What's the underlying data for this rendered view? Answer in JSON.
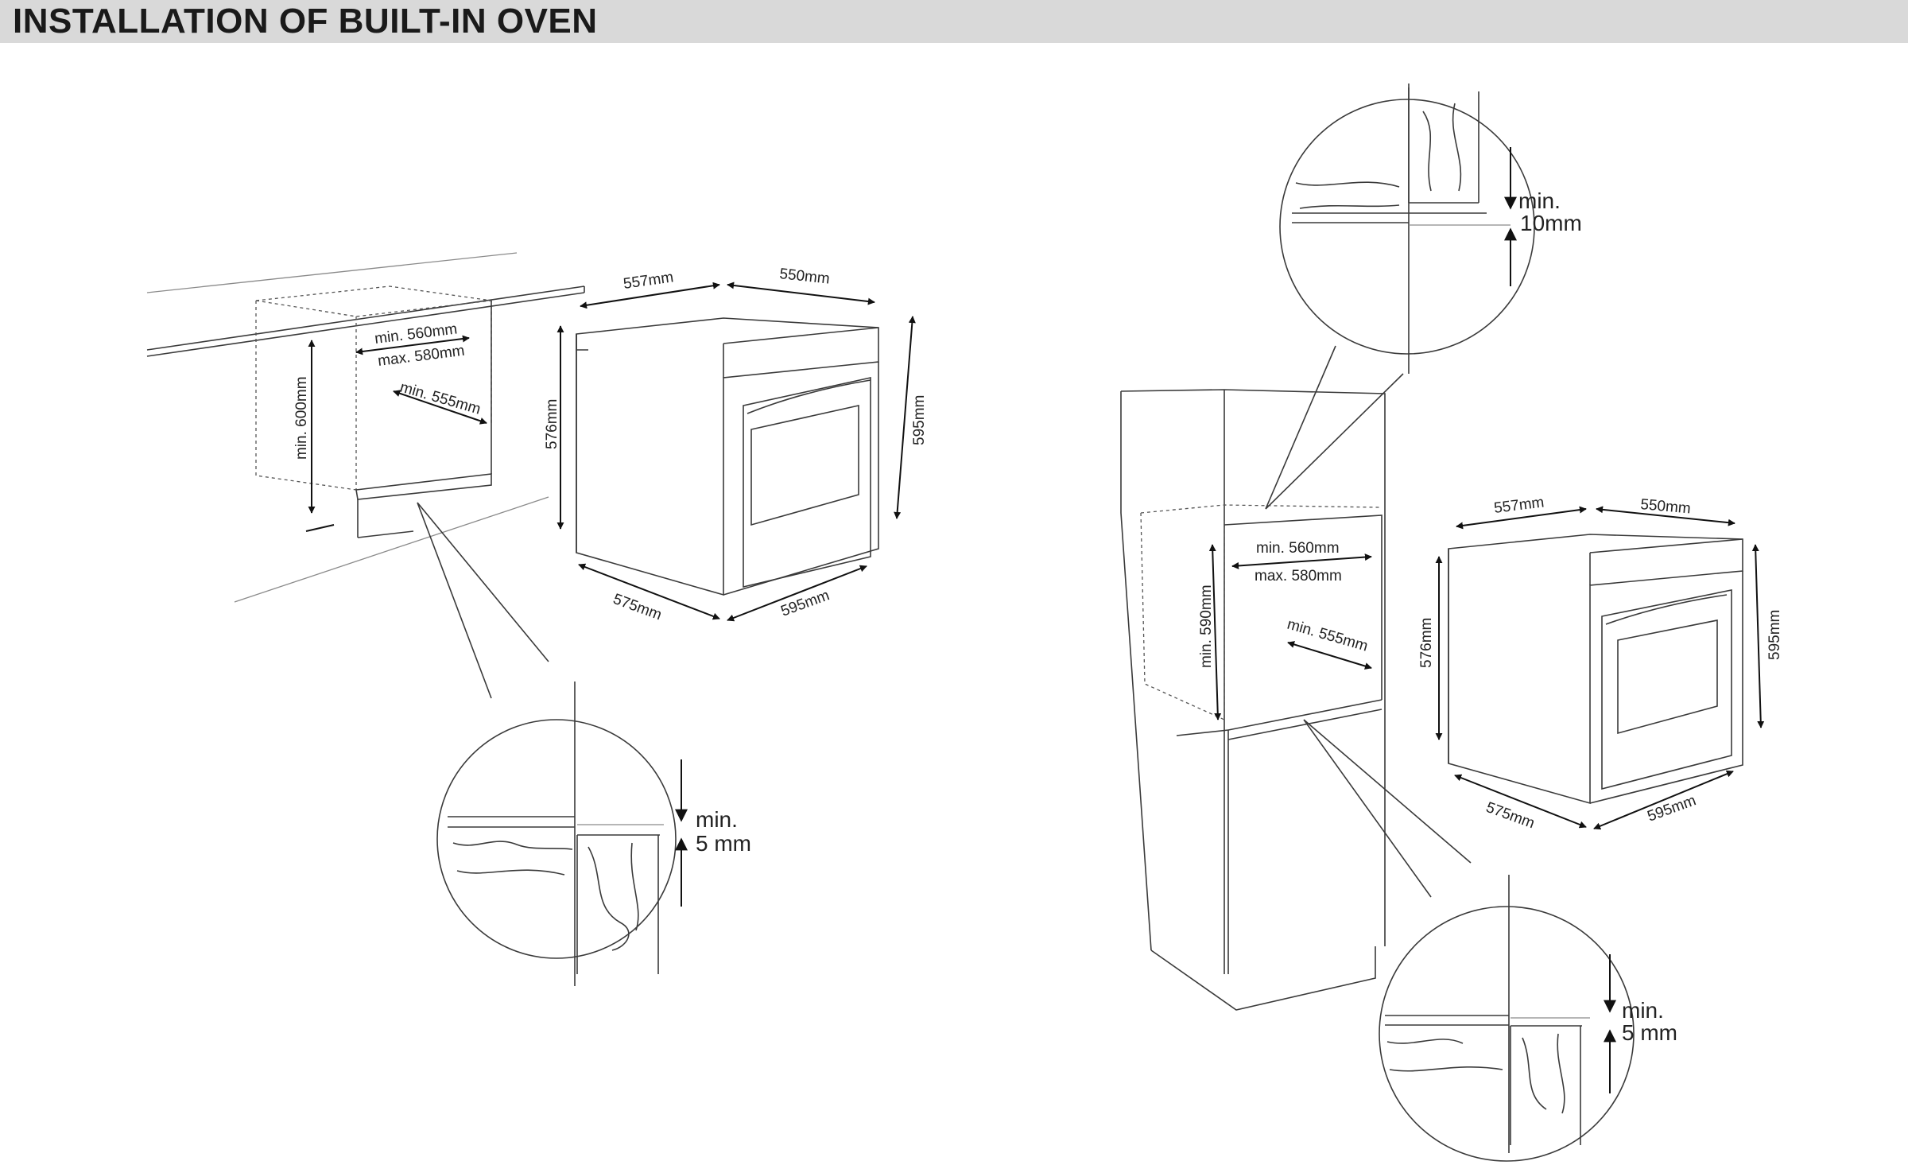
{
  "header": {
    "title": "INSTALLATION OF BUILT-IN OVEN"
  },
  "left_install": {
    "niche_width": "min. 560mm",
    "niche_width_max": "max. 580mm",
    "niche_depth": "min. 555mm",
    "niche_height": "min. 600mm",
    "detail": {
      "label_min": "min.",
      "label_value": "5 mm"
    }
  },
  "left_oven": {
    "top_depth": "557mm",
    "top_width": "550mm",
    "side_height": "576mm",
    "front_height": "595mm",
    "bottom_depth": "575mm",
    "bottom_width": "595mm"
  },
  "right_install": {
    "niche_width": "min. 560mm",
    "niche_width_max": "max. 580mm",
    "niche_depth": "min. 555mm",
    "niche_height": "min. 590mm",
    "detail_top": {
      "label_min": "min.",
      "label_value": "10mm"
    },
    "detail_bottom": {
      "label_min": "min.",
      "label_value": "5 mm"
    }
  },
  "right_oven": {
    "top_depth": "557mm",
    "top_width": "550mm",
    "side_height": "576mm",
    "front_height": "595mm",
    "bottom_depth": "575mm",
    "bottom_width": "595mm"
  }
}
